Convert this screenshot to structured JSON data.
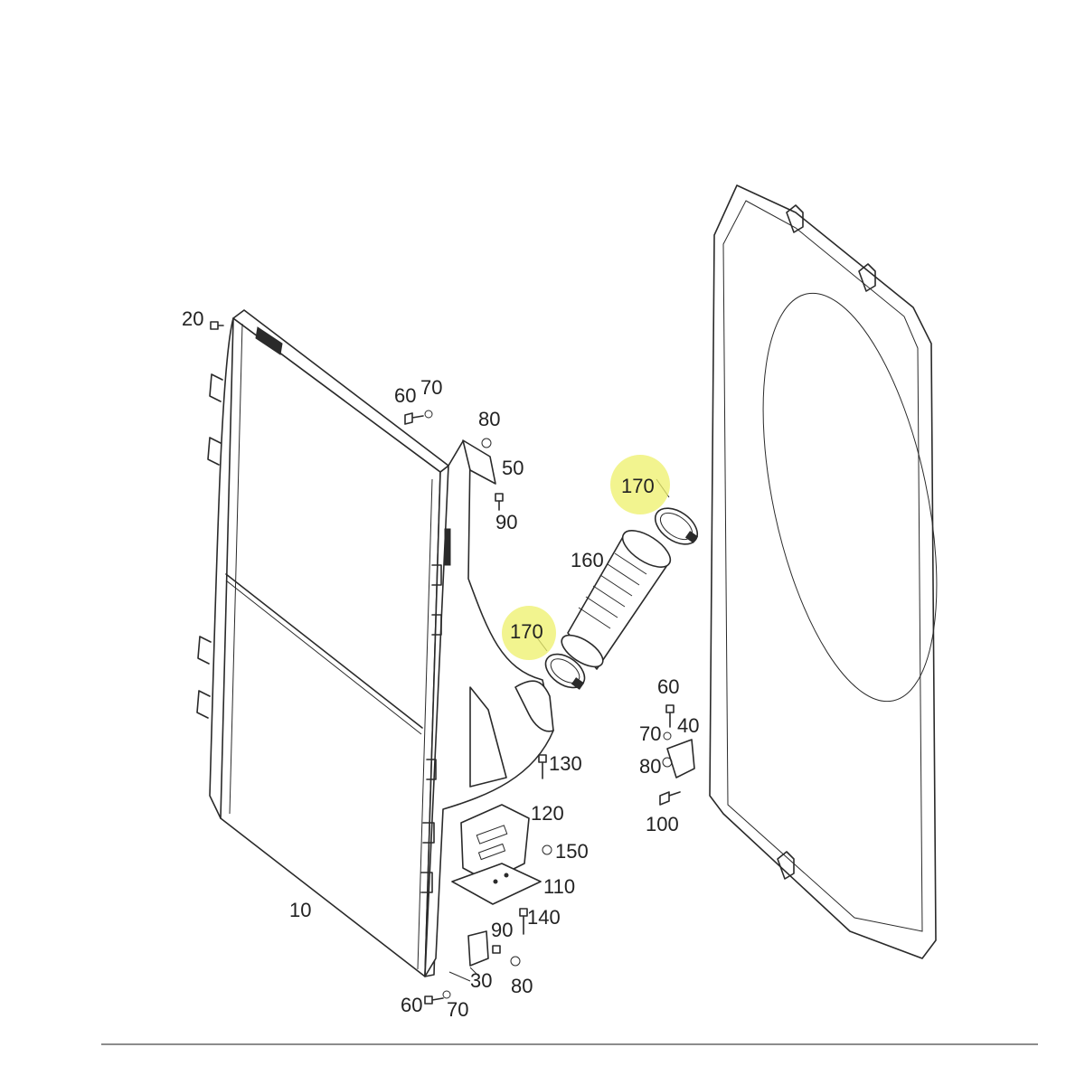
{
  "callouts": {
    "c10": "10",
    "c20": "20",
    "c30": "30",
    "c40": "40",
    "c50": "50",
    "c60_top": "60",
    "c60_right": "60",
    "c60_bottom": "60",
    "c70_top": "70",
    "c70_right": "70",
    "c70_bottom": "70",
    "c80_top": "80",
    "c80_right": "80",
    "c80_bottom": "80",
    "c90_top": "90",
    "c90_bottom": "90",
    "c100": "100",
    "c110": "110",
    "c120": "120",
    "c130": "130",
    "c140": "140",
    "c150": "150",
    "c160": "160",
    "c170_upper": "170",
    "c170_lower": "170"
  },
  "colors": {
    "highlight": "#eef06a",
    "line": "#2a2a2a",
    "rule": "#666666"
  }
}
